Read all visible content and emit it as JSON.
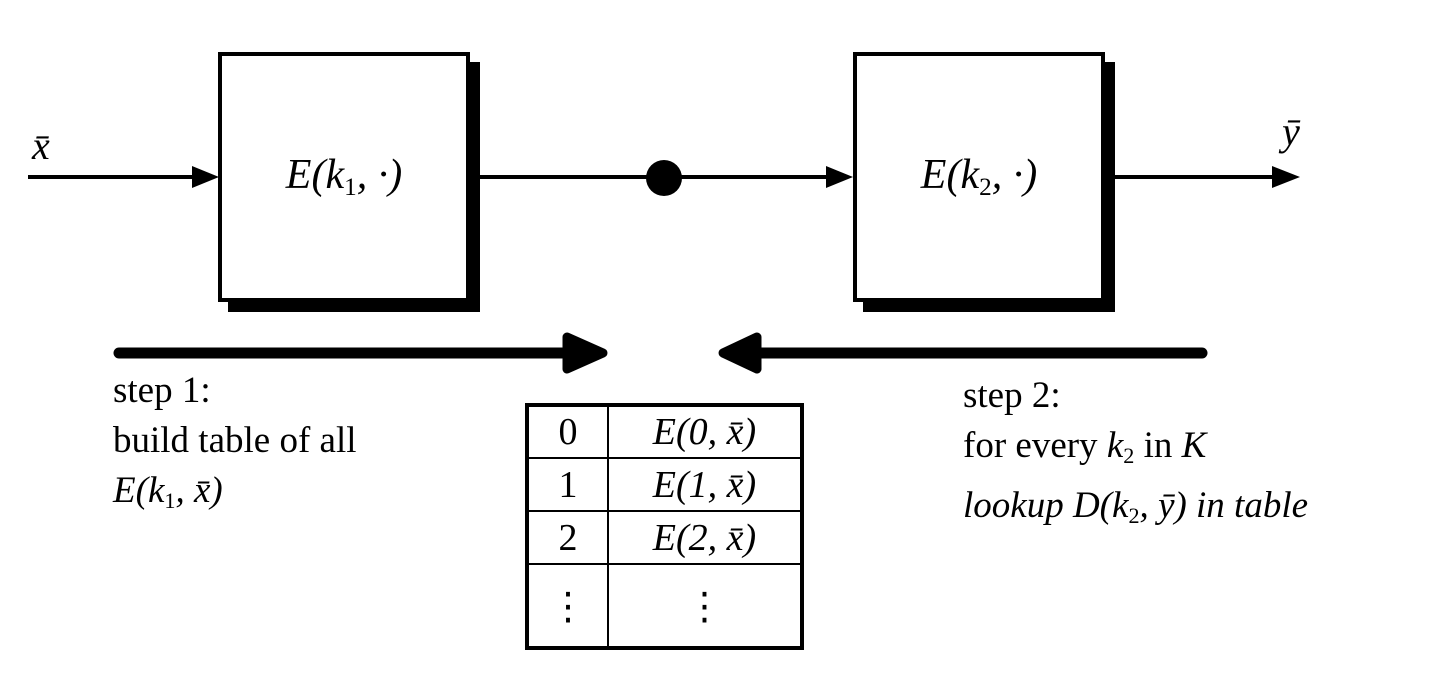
{
  "canvas": {
    "background": "#ffffff",
    "ink": "#000000"
  },
  "pipeline": {
    "input_label": "x̄",
    "output_label": "ȳ",
    "stage1": {
      "pre": "E(",
      "key": "k",
      "sub": "1",
      "post": ", ·)"
    },
    "stage2": {
      "pre": "E(",
      "key": "k",
      "sub": "2",
      "post": ", ·)"
    }
  },
  "step1": {
    "line1": "step 1:",
    "line2": "build table of all",
    "formula": {
      "pre": "E(",
      "key": "k",
      "sub": "1",
      "post": ", x̄)"
    }
  },
  "step2": {
    "line1": "step 2:",
    "line2": {
      "pre": "for every ",
      "key": "k",
      "sub": "2",
      "mid": " in ",
      "set": "K"
    },
    "line3": {
      "pre": "lookup D(",
      "key": "k",
      "sub": "2",
      "post": ", ȳ) in table"
    }
  },
  "table": {
    "rows": [
      {
        "key": "0",
        "value": "E(0, x̄)"
      },
      {
        "key": "1",
        "value": "E(1, x̄)"
      },
      {
        "key": "2",
        "value": "E(2, x̄)"
      },
      {
        "key": "⋮",
        "value": "⋮"
      }
    ]
  },
  "icons": {
    "junction_dot": "filled-circle",
    "arrow_heads": "solid-triangle"
  }
}
